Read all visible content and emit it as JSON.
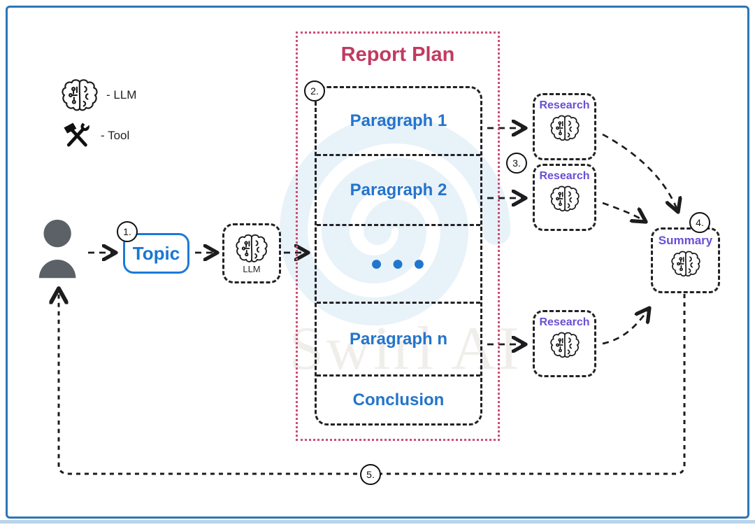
{
  "colors": {
    "frame_blue": "#2e75b6",
    "dash_black": "#222226",
    "topic_blue": "#1c76d2",
    "plan_crimson": "#c13a61",
    "node_purple": "#6a4ed6",
    "user_gray": "#5b6166",
    "watermark_blue": "#e8f2f9"
  },
  "legend": {
    "items": [
      {
        "icon": "brain-icon",
        "label": "- LLM"
      },
      {
        "icon": "tools-icon",
        "label": "- Tool"
      }
    ]
  },
  "nodes": {
    "topic": {
      "label": "Topic"
    },
    "llm": {
      "label": "LLM"
    },
    "report_plan": {
      "title": "Report Plan",
      "sections": [
        "Paragraph 1",
        "Paragraph 2",
        "● ● ●",
        "Paragraph n",
        "Conclusion"
      ]
    },
    "research_nodes": [
      {
        "label": "Research"
      },
      {
        "label": "Research"
      },
      {
        "label": "Research"
      }
    ],
    "summary": {
      "label": "Summary"
    }
  },
  "steps": {
    "s1": "1.",
    "s2": "2.",
    "s3": "3.",
    "s4": "4.",
    "s5": "5."
  },
  "watermark": {
    "text": "Swirl AI"
  }
}
